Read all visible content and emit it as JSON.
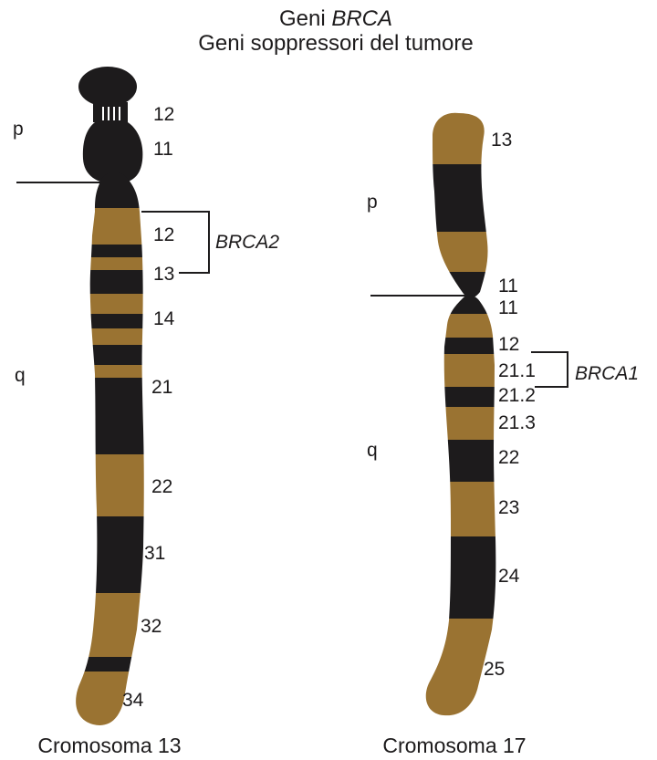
{
  "title": {
    "line1_prefix": "Geni ",
    "line1_gene": "BRCA",
    "line2": "Geni soppressori del tumore"
  },
  "colors": {
    "dark_band": "#1d1b1c",
    "light_band": "#9a7332",
    "background": "#ffffff"
  },
  "chromosome13": {
    "name": "Cromosoma 13",
    "arm_p": "p",
    "arm_q": "q",
    "gene": "BRCA2",
    "gene_band_start": "12",
    "gene_band_end": "13",
    "band_labels": [
      "12",
      "11",
      "12",
      "13",
      "14",
      "21",
      "22",
      "31",
      "32",
      "34"
    ]
  },
  "chromosome17": {
    "name": "Cromosoma 17",
    "arm_p": "p",
    "arm_q": "q",
    "gene": "BRCA1",
    "gene_band_start": "12",
    "gene_band_end": "21.2",
    "band_labels": [
      "13",
      "11",
      "11",
      "12",
      "21.1",
      "21.2",
      "21.3",
      "22",
      "23",
      "24",
      "25"
    ]
  }
}
